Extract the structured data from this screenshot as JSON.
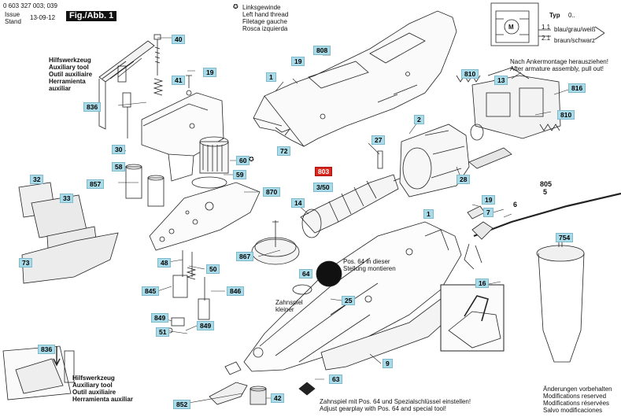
{
  "header": {
    "part_number": "0 603 327 003; 039",
    "issue_label": "Issue",
    "stand_label": "Stand",
    "date": "13-09-12",
    "figure": "Fig./Abb. 1"
  },
  "thread_note": {
    "lines": [
      "Linksgewinde",
      "Left hand thread",
      "Filetage gauche",
      "Rosca izquierda"
    ]
  },
  "aux_tool_top": [
    "Hilfswerkzeug",
    "Auxiliary tool",
    "Outil auxiliaire",
    "Herramienta",
    "auxiliar"
  ],
  "aux_tool_bottom": [
    "Hilfswerkzeug",
    "Auxiliary tool",
    "Outil auxiliaire",
    "Herramienta auxiliar"
  ],
  "wiring": {
    "type_label": "Typ",
    "type_value": "0..",
    "motor_label": "M",
    "wire1": "1.1",
    "wire2": "2.1",
    "color1": "blau/grau/weiß",
    "color2": "braun/schwarz"
  },
  "armature_note": [
    "Nach Ankermontage herausziehen!",
    "After armature assembly, pull out!"
  ],
  "pos64_note": [
    "Pos. 64 in dieser",
    "Stellung montieren"
  ],
  "gear_note": [
    "Zahnspiel",
    "kleiner"
  ],
  "gearplay_note": [
    "Zahnspiel mit Pos. 64 und Spezialschlüssel einstellen!",
    "Adjust gearplay with Pos. 64 and special tool!"
  ],
  "changes_note": [
    "Änderungen vorbehalten",
    "Modifications reserved",
    "Modifications réservées",
    "Salvo modificaciones"
  ],
  "callouts": {
    "c40": "40",
    "c41": "41",
    "c19a": "19",
    "c836a": "836",
    "c30": "30",
    "c58": "58",
    "c857": "857",
    "c60": "60",
    "c59": "59",
    "c870": "870",
    "c32": "32",
    "c33": "33",
    "c73": "73",
    "c48": "48",
    "c50": "50",
    "c845": "845",
    "c846": "846",
    "c849a": "849",
    "c849b": "849",
    "c51": "51",
    "c836b": "836",
    "c852": "852",
    "c42": "42",
    "c63": "63",
    "c9": "9",
    "c25": "25",
    "c64": "64",
    "c867": "867",
    "c14": "14",
    "c350": "3/50",
    "c803": "803",
    "c27": "27",
    "c28": "28",
    "c2": "2",
    "c1a": "1",
    "c1b": "1",
    "c19b": "19",
    "c72": "72",
    "c808": "808",
    "c19c": "19",
    "c7": "7",
    "c6": "6",
    "c805": "805",
    "c5": "5",
    "c754": "754",
    "c16": "16",
    "c13": "13",
    "c810a": "810",
    "c810b": "810",
    "c816": "816"
  }
}
